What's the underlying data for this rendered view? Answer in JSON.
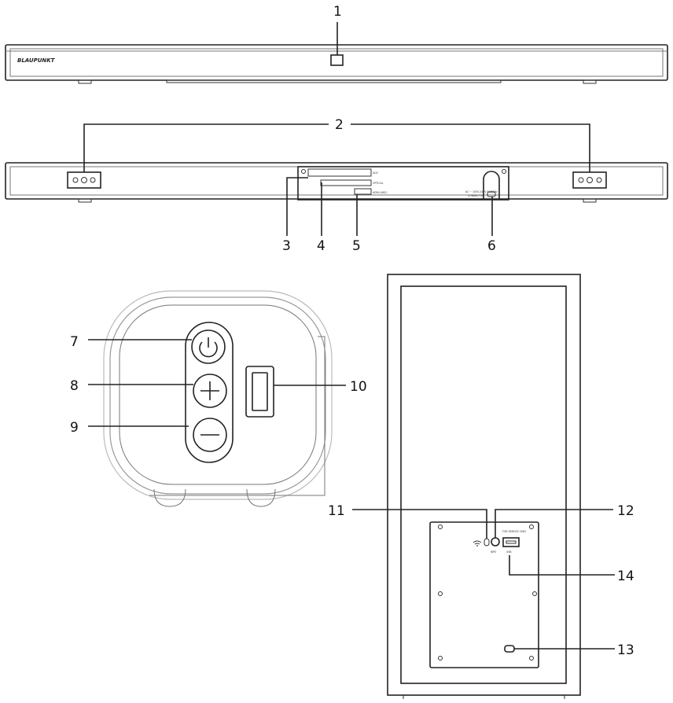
{
  "brand": "BLAUPUNKT",
  "callouts": [
    "1",
    "2",
    "3",
    "4",
    "5",
    "6",
    "7",
    "8",
    "9",
    "10",
    "11",
    "12",
    "13",
    "14"
  ],
  "rear_panel": {
    "aux": "AUX",
    "optical": "OPTICAL",
    "hdmi": "HDMI (ARC)",
    "power_rating": "AC ~ 100V-240V 50/60Hz",
    "power_rating_2": "CONNECTOR"
  },
  "subwoofer_panel": {
    "wps": "WPS",
    "usb_note": "FOR SERVICE ONLY",
    "usb": "USB"
  }
}
